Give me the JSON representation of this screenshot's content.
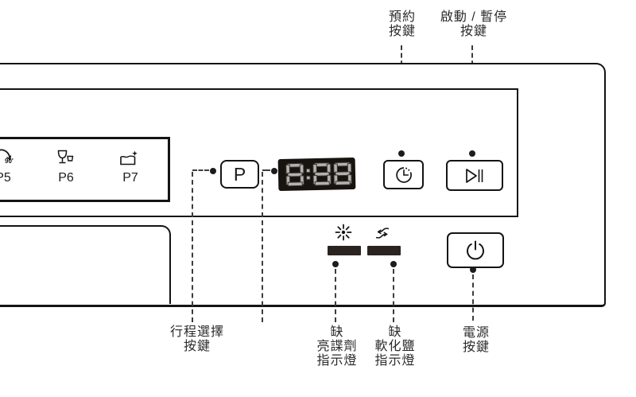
{
  "title": "dishwasher-control-panel-diagram",
  "panel": {
    "programs": [
      {
        "label": "P5",
        "badge": "90'",
        "icon": "timer-90min-icon"
      },
      {
        "label": "P6",
        "icon": "glassware-icon"
      },
      {
        "label": "P7",
        "icon": "rinse-aid-fill-icon"
      }
    ],
    "program_button_label": "P",
    "display": {
      "value": "8:88"
    }
  },
  "icons": {
    "delay": "clock-icon",
    "start_pause": "play-pause-icon",
    "rinse_low": "sparkle-icon",
    "salt_low": "refill-arrows-icon",
    "power": "power-icon"
  },
  "callouts": {
    "reserve": {
      "lines": [
        "預約",
        "按鍵"
      ]
    },
    "start_pause": {
      "lines": [
        "啟動 / 暫停",
        "按鍵"
      ]
    },
    "program_select": {
      "lines": [
        "行程選擇",
        "按鍵"
      ]
    },
    "rinse_aid": {
      "lines": [
        "缺",
        "亮諜劑",
        "指示燈"
      ]
    },
    "salt": {
      "lines": [
        "缺",
        "軟化鹽",
        "指示燈"
      ]
    },
    "power": {
      "lines": [
        "電源",
        "按鍵"
      ]
    }
  },
  "colors": {
    "line": "#141414",
    "display_bg": "#17130f",
    "digit": "#b2b2b2",
    "indicator_bar": "#2a231f",
    "label": "#2b2b2b"
  }
}
